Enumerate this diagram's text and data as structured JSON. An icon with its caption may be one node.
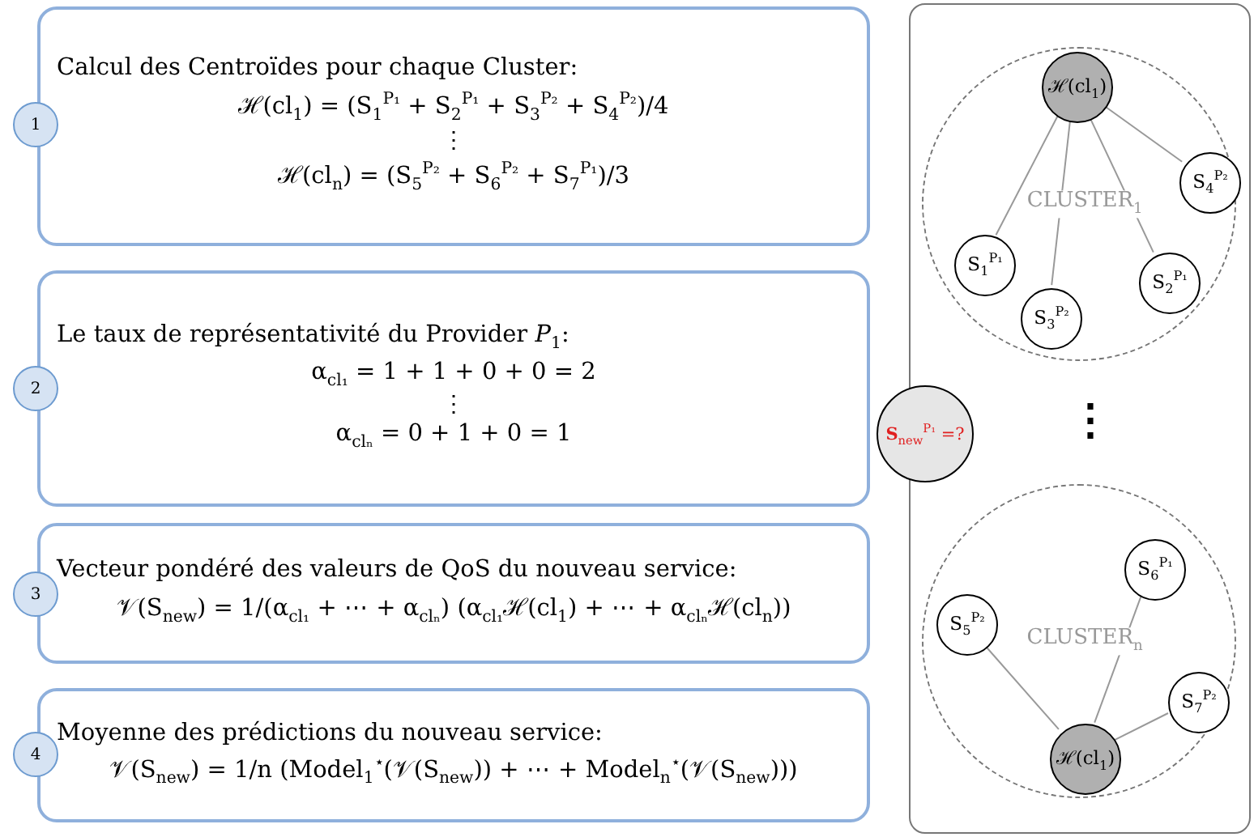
{
  "diagram": {
    "nodes": [
      {
        "text": [
          "Calcul des Centroïdes pour chaque Cluster:",
          "ℋ(cl$_{1}$) = (S$_{1}$$^{P₁}$ + S$_{2}$$^{P₁}$ + S$_{3}$$^{P₂}$ + S$_{4}$$^{P₂}$)/4",
          "⋮",
          "ℋ(cl$_{n}$) = (S$_{5}$$^{P₂}$ + S$_{6}$$^{P₂}$ + S$_{7}$$^{P₁}$)/3"
        ]
      },
      {
        "text": [
          "1"
        ]
      },
      {
        "text": [
          "Le taux de représentativité du Provider *P*$_{1}$:",
          "α$_{cl₁}$ = 1 + 1 + 0 + 0 = 2",
          "⋮",
          "α$_{clₙ}$ = 0 + 1 + 0 = 1"
        ]
      },
      {
        "text": [
          "2"
        ]
      },
      {
        "text": [
          "Vecteur pondéré des valeurs de QoS du nouveau service:",
          "𝒱(S$_{new}$) = 1/(α$_{cl₁}$ + ⋯ + α$_{clₙ}$) (α$_{cl₁}$ℋ(cl$_{1}$) + ⋯ + α$_{clₙ}$ℋ(cl$_{n}$))"
        ]
      },
      {
        "text": [
          "3"
        ]
      },
      {
        "text": [
          "Moyenne des prédictions du nouveau service:",
          "𝒱(S$_{new}$) = 1/n (Model$_{1}$$^{⋆}$(𝒱(S$_{new}$)) + ⋯ + Model$_{n}$$^{⋆}$(𝒱(S$_{new}$)))"
        ]
      },
      {
        "text": [
          "4"
        ]
      },
      {
        "text": [],
        "shape": "box"
      },
      {
        "text": [
          "CLUSTER$_{1}$"
        ],
        "in": 8
      },
      {
        "text": [
          "ℋ(cl$_{1}$)"
        ],
        "in": 9
      },
      {
        "text": [
          "S$_{4}$$^{P₂}$"
        ],
        "in": 9
      },
      {
        "text": [
          "S$_{1}$$^{P₁}$"
        ],
        "in": 9
      },
      {
        "text": [
          "S$_{2}$$^{P₁}$"
        ],
        "in": 9
      },
      {
        "text": [
          "S$_{3}$$^{P₂}$"
        ],
        "in": 9
      },
      {
        "text": [
          "**S**$_{new}$$^{P₁}$ =?"
        ]
      },
      {
        "text": [
          "CLUSTER$_{n}$"
        ],
        "in": 8
      },
      {
        "text": [
          "S$_{6}$$^{P₁}$"
        ],
        "in": 16
      },
      {
        "text": [
          "S$_{5}$$^{P₂}$"
        ],
        "in": 16
      },
      {
        "text": [
          "S$_{7}$$^{P₂}$"
        ],
        "in": 16
      },
      {
        "text": [
          "ℋ(cl$_{1}$)"
        ],
        "in": 16
      }
    ],
    "edges": [
      {
        "from": 10,
        "to": 12,
        "arrow": "none"
      },
      {
        "from": 10,
        "to": 14,
        "arrow": "none"
      },
      {
        "from": 10,
        "to": 13,
        "arrow": "none"
      },
      {
        "from": 10,
        "to": 11,
        "arrow": "none"
      },
      {
        "from": 20,
        "to": 18,
        "arrow": "none"
      },
      {
        "from": 20,
        "to": 17,
        "arrow": "none"
      },
      {
        "from": 20,
        "to": 19,
        "arrow": "none"
      }
    ],
    "labels": [
      "⋮"
    ]
  }
}
